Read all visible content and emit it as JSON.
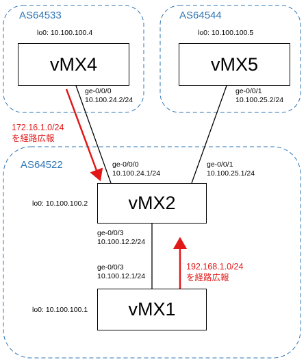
{
  "as_groups": [
    {
      "as_number": "AS64533"
    },
    {
      "as_number": "AS64544"
    },
    {
      "as_number": "AS64522"
    }
  ],
  "routers": {
    "vmx4": {
      "name": "vMX4",
      "loopback": "lo0: 10.100.100.4"
    },
    "vmx5": {
      "name": "vMX5",
      "loopback": "lo0: 10.100.100.5"
    },
    "vmx2": {
      "name": "vMX2",
      "loopback": "lo0: 10.100.100.2"
    },
    "vmx1": {
      "name": "vMX1",
      "loopback": "lo0: 10.100.100.1"
    }
  },
  "interfaces": {
    "vmx4_ge000": {
      "name": "ge-0/0/0",
      "ip": "10.100.24.2/24"
    },
    "vmx5_ge001": {
      "name": "ge-0/0/1",
      "ip": "10.100.25.2/24"
    },
    "vmx2_ge000": {
      "name": "ge-0/0/0",
      "ip": "10.100.24.1/24"
    },
    "vmx2_ge001": {
      "name": "ge-0/0/1",
      "ip": "10.100.25.1/24"
    },
    "vmx2_ge003": {
      "name": "ge-0/0/3",
      "ip": "10.100.12.2/24"
    },
    "vmx1_ge003": {
      "name": "ge-0/0/3",
      "ip": "10.100.12.1/24"
    }
  },
  "advertisements": [
    {
      "prefix": "172.16.1.0/24",
      "note": "を経路広報"
    },
    {
      "prefix": "192.168.1.0/24",
      "note": "を経路広報"
    }
  ],
  "colors": {
    "as_boundary": "#2e75b6",
    "as_label": "#2e75b6",
    "link": "#000000",
    "advert_arrow": "#e21818"
  }
}
